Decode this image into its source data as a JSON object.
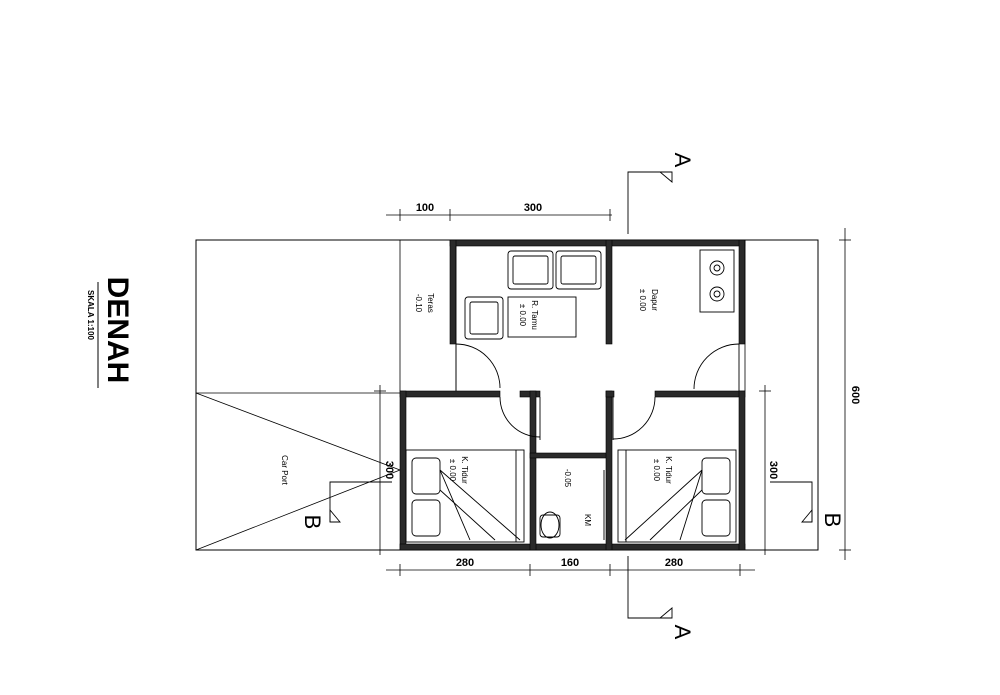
{
  "drawing": {
    "title": "DENAH",
    "scale": "SKALA 1:100"
  },
  "rooms": {
    "teras": {
      "name": "Teras",
      "level": "-0.10"
    },
    "ruang_tamu": {
      "name": "R. Tamu",
      "level": "± 0.00"
    },
    "dapur": {
      "name": "Dapur",
      "level": "± 0.00"
    },
    "kamar_tidur_1": {
      "name": "K. Tidur",
      "level": "± 0.00"
    },
    "kamar_tidur_2": {
      "name": "K. Tidur",
      "level": "± 0.00"
    },
    "km_wc": {
      "name": "KM",
      "level": "-0.05"
    },
    "carport": {
      "name": "Car Port"
    }
  },
  "dimensions": {
    "top_left": "100",
    "top_mid": "300",
    "bottom_left": "280",
    "bottom_mid": "160",
    "bottom_right": "280",
    "left_side": "300",
    "right_side": "300",
    "overall_right": "600"
  },
  "sections": {
    "a_top": "A",
    "a_bottom": "A",
    "b_left": "B",
    "b_right": "B"
  }
}
